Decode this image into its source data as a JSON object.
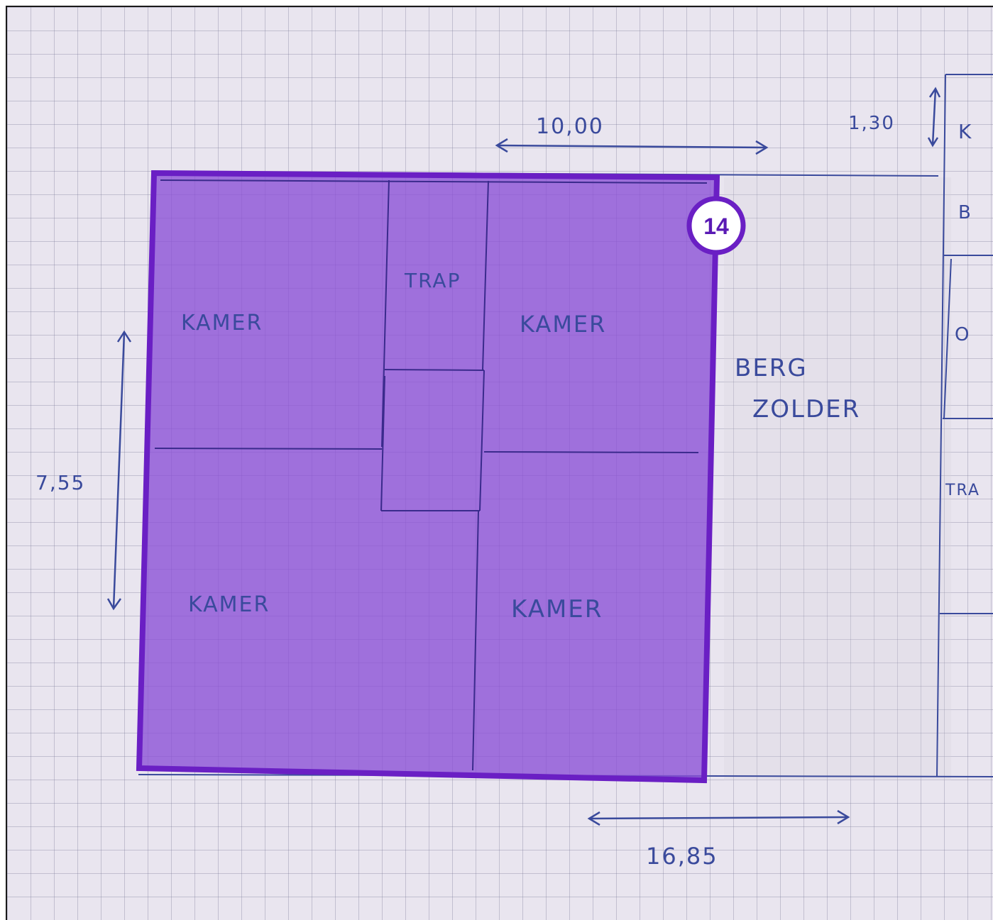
{
  "floorplan": {
    "dimensions": {
      "top_width": "10,00",
      "bottom_width": "16,85",
      "left_height": "7,55",
      "right_height": "1,30"
    },
    "rooms": {
      "kamer_top_left": "KAMER",
      "trap": "TRAP",
      "kamer_top_right": "KAMER",
      "kamer_bottom_left": "KAMER",
      "kamer_bottom_right": "KAMER",
      "bergzolder_line1": "BERG",
      "bergzolder_line2": "ZOLDER"
    },
    "cut_off_labels": {
      "right_top": "K",
      "right_b": "B",
      "right_o": "O",
      "right_tra": "TRA"
    }
  },
  "selection": {
    "badge": "14",
    "fill_color": "#8a4fd6",
    "border_color": "#6a1fc4"
  }
}
